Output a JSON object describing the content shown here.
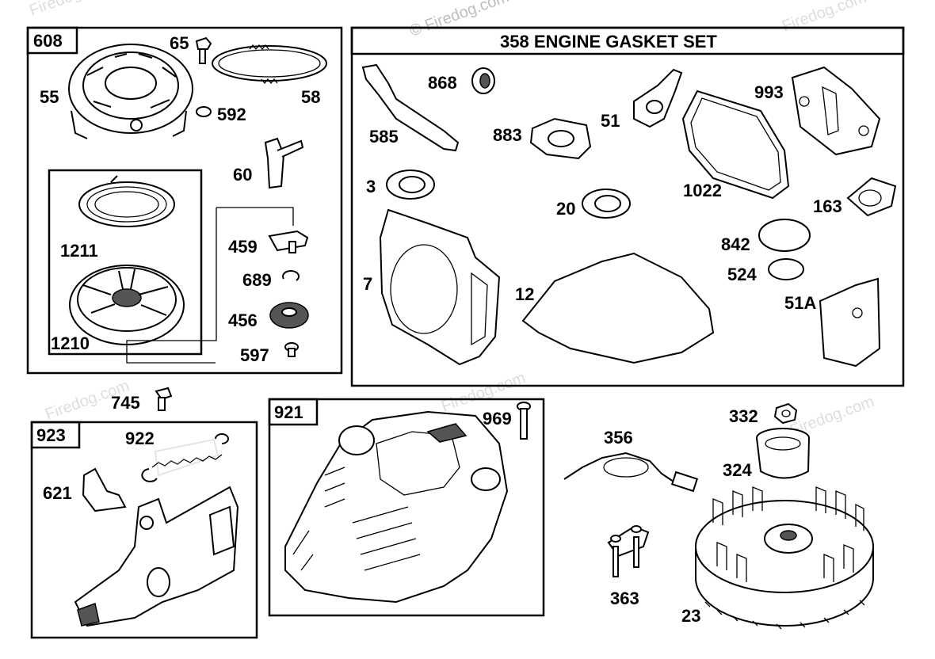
{
  "watermarks": [
    "© Firedog.com",
    "© Firedog.com",
    "Firedog.com",
    "Firedog.com",
    "Firedog.com",
    "Firedog.com",
    "Firedog.com"
  ],
  "groups": {
    "rewind_starter": "608",
    "gasket_set_number": "358",
    "gasket_set_title": "358 ENGINE GASKET SET",
    "brake": "923",
    "blower_housing": "921"
  },
  "parts": {
    "p65": "65",
    "p55": "55",
    "p592": "592",
    "p58": "58",
    "p60": "60",
    "p1211": "1211",
    "p1210": "1210",
    "p459": "459",
    "p689": "689",
    "p456": "456",
    "p597": "597",
    "p868": "868",
    "p585": "585",
    "p883": "883",
    "p51": "51",
    "p993": "993",
    "p3": "3",
    "p20": "20",
    "p1022": "1022",
    "p163": "163",
    "p842": "842",
    "p524": "524",
    "p7": "7",
    "p12": "12",
    "p51A": "51A",
    "p745": "745",
    "p922": "922",
    "p621": "621",
    "p969": "969",
    "p356": "356",
    "p332": "332",
    "p324": "324",
    "p363": "363",
    "p23": "23"
  }
}
